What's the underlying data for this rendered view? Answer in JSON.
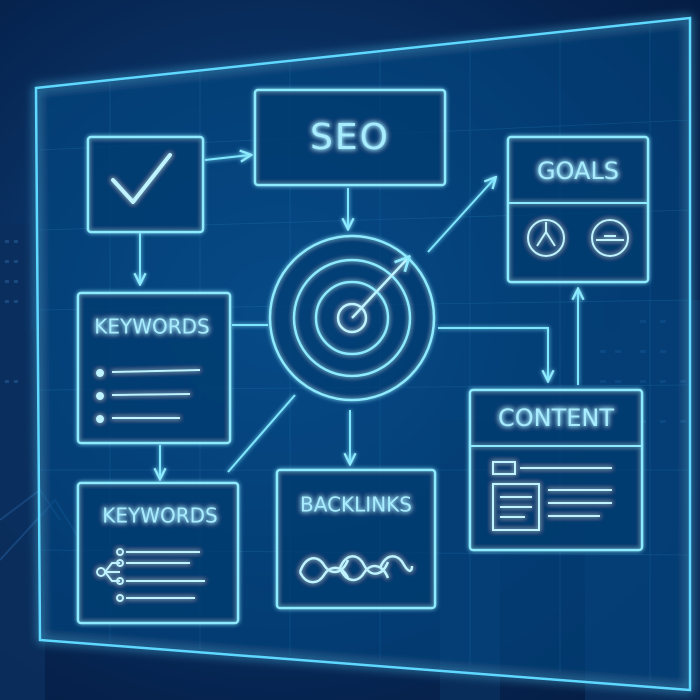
{
  "diagram": {
    "nodes": [
      {
        "id": "check",
        "label": ""
      },
      {
        "id": "seo",
        "label": "SEO"
      },
      {
        "id": "goals",
        "label": "GOALS"
      },
      {
        "id": "keywords_top",
        "label": "KEYWORDS"
      },
      {
        "id": "target",
        "label": ""
      },
      {
        "id": "content",
        "label": "CONTENT"
      },
      {
        "id": "keywords_bottom",
        "label": "KEYWORDS"
      },
      {
        "id": "backlinks",
        "label": "BACKLINKS"
      }
    ],
    "edges": [
      {
        "from": "check",
        "to": "seo"
      },
      {
        "from": "seo",
        "to": "target"
      },
      {
        "from": "check",
        "to": "keywords_top"
      },
      {
        "from": "keywords_top",
        "to": "keywords_bottom"
      },
      {
        "from": "target",
        "to": "goals"
      },
      {
        "from": "target",
        "to": "content"
      },
      {
        "from": "content",
        "to": "goals"
      },
      {
        "from": "target",
        "to": "backlinks"
      },
      {
        "from": "target",
        "to": "keywords_top"
      },
      {
        "from": "target",
        "to": "keywords_bottom"
      }
    ]
  },
  "colors": {
    "background": "#062450",
    "neon": "#6fe3ff",
    "neon_light": "#c8f6ff",
    "panel_fill": "#0a3a70"
  },
  "icons": [
    "checkmark-icon",
    "target-icon",
    "list-icon",
    "link-chain-icon",
    "document-icon",
    "goal-symbol-icon"
  ]
}
